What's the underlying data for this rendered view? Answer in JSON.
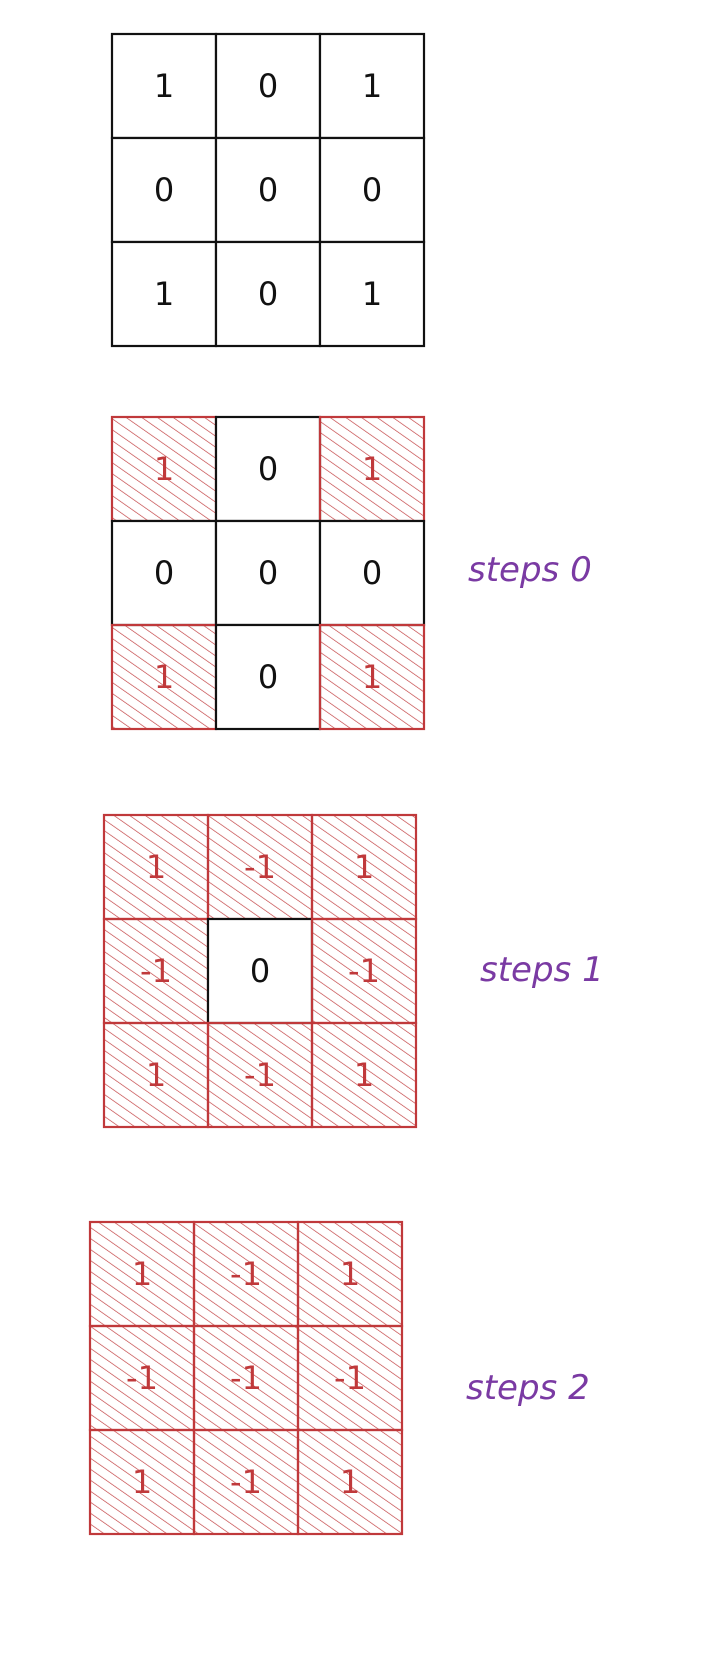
{
  "colors": {
    "ink": "#111111",
    "highlight": "#c0393b",
    "label": "#7a3aa3",
    "background": "#ffffff"
  },
  "grids": [
    {
      "label": "",
      "cells": [
        {
          "value": "1",
          "highlighted": false
        },
        {
          "value": "0",
          "highlighted": false
        },
        {
          "value": "1",
          "highlighted": false
        },
        {
          "value": "0",
          "highlighted": false
        },
        {
          "value": "0",
          "highlighted": false
        },
        {
          "value": "0",
          "highlighted": false
        },
        {
          "value": "1",
          "highlighted": false
        },
        {
          "value": "0",
          "highlighted": false
        },
        {
          "value": "1",
          "highlighted": false
        }
      ]
    },
    {
      "label": "steps 0",
      "cells": [
        {
          "value": "1",
          "highlighted": true
        },
        {
          "value": "0",
          "highlighted": false
        },
        {
          "value": "1",
          "highlighted": true
        },
        {
          "value": "0",
          "highlighted": false
        },
        {
          "value": "0",
          "highlighted": false
        },
        {
          "value": "0",
          "highlighted": false
        },
        {
          "value": "1",
          "highlighted": true
        },
        {
          "value": "0",
          "highlighted": false
        },
        {
          "value": "1",
          "highlighted": true
        }
      ]
    },
    {
      "label": "steps 1",
      "cells": [
        {
          "value": "1",
          "highlighted": true
        },
        {
          "value": "-1",
          "highlighted": true
        },
        {
          "value": "1",
          "highlighted": true
        },
        {
          "value": "-1",
          "highlighted": true
        },
        {
          "value": "0",
          "highlighted": false
        },
        {
          "value": "-1",
          "highlighted": true
        },
        {
          "value": "1",
          "highlighted": true
        },
        {
          "value": "-1",
          "highlighted": true
        },
        {
          "value": "1",
          "highlighted": true
        }
      ]
    },
    {
      "label": "steps 2",
      "cells": [
        {
          "value": "1",
          "highlighted": true
        },
        {
          "value": "-1",
          "highlighted": true
        },
        {
          "value": "1",
          "highlighted": true
        },
        {
          "value": "-1",
          "highlighted": true
        },
        {
          "value": "-1",
          "highlighted": true
        },
        {
          "value": "-1",
          "highlighted": true
        },
        {
          "value": "1",
          "highlighted": true
        },
        {
          "value": "-1",
          "highlighted": true
        },
        {
          "value": "1",
          "highlighted": true
        }
      ]
    }
  ]
}
